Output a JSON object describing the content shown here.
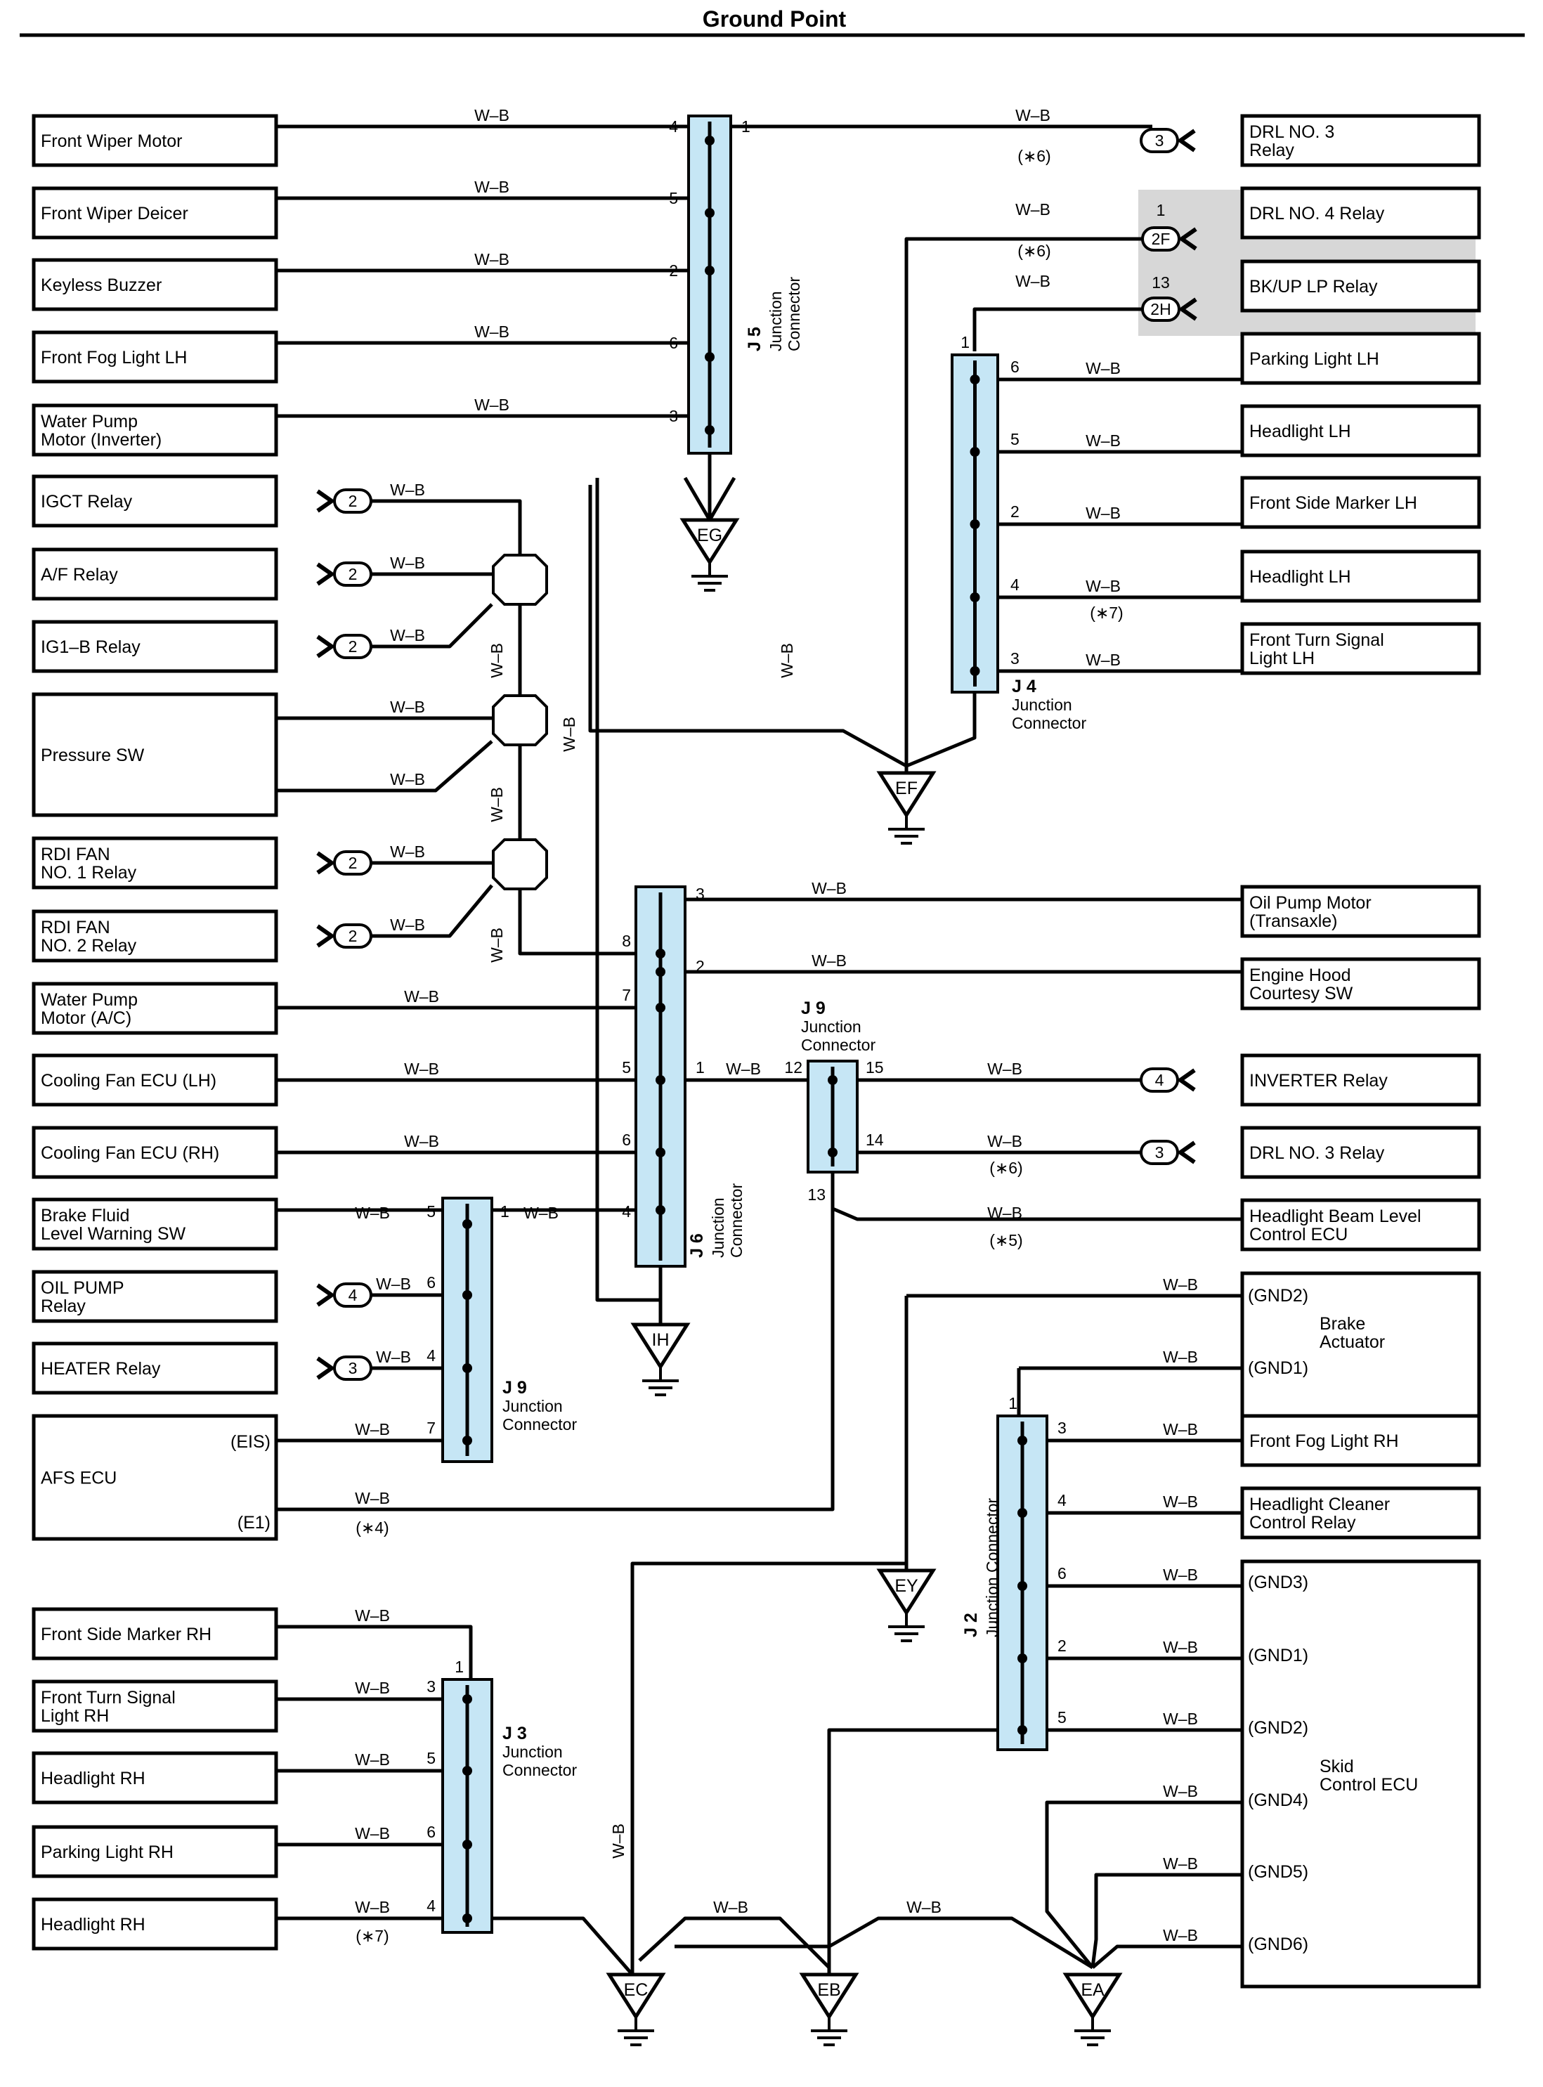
{
  "title": "Ground Point",
  "wire_color": "W–B",
  "left_components": [
    {
      "id": "front-wiper-motor",
      "lines": [
        "Front Wiper Motor"
      ]
    },
    {
      "id": "front-wiper-deicer",
      "lines": [
        "Front Wiper Deicer"
      ]
    },
    {
      "id": "keyless-buzzer",
      "lines": [
        "Keyless Buzzer"
      ]
    },
    {
      "id": "front-fog-light-lh",
      "lines": [
        "Front Fog Light LH"
      ]
    },
    {
      "id": "water-pump-motor-inverter",
      "lines": [
        "Water Pump",
        "Motor (Inverter)"
      ]
    },
    {
      "id": "igct-relay",
      "lines": [
        "IGCT Relay"
      ]
    },
    {
      "id": "af-relay",
      "lines": [
        "A/F Relay"
      ]
    },
    {
      "id": "ig1b-relay",
      "lines": [
        "IG1–B Relay"
      ]
    },
    {
      "id": "pressure-sw",
      "lines": [
        "Pressure SW"
      ]
    },
    {
      "id": "rdi-fan-no1-relay",
      "lines": [
        "RDI FAN",
        "NO. 1 Relay"
      ]
    },
    {
      "id": "rdi-fan-no2-relay",
      "lines": [
        "RDI FAN",
        "NO. 2 Relay"
      ]
    },
    {
      "id": "water-pump-motor-ac",
      "lines": [
        "Water Pump",
        "Motor (A/C)"
      ]
    },
    {
      "id": "cooling-fan-ecu-lh",
      "lines": [
        "Cooling Fan ECU (LH)"
      ]
    },
    {
      "id": "cooling-fan-ecu-rh",
      "lines": [
        "Cooling Fan ECU (RH)"
      ]
    },
    {
      "id": "brake-fluid-level-warning-sw",
      "lines": [
        "Brake Fluid",
        "Level Warning SW"
      ]
    },
    {
      "id": "oil-pump-relay",
      "lines": [
        "OIL PUMP",
        "Relay"
      ]
    },
    {
      "id": "heater-relay",
      "lines": [
        "HEATER Relay"
      ]
    },
    {
      "id": "afs-ecu",
      "lines": [
        "AFS ECU"
      ],
      "pins": [
        "(EIS)",
        "(E1)"
      ]
    },
    {
      "id": "front-side-marker-rh",
      "lines": [
        "Front Side Marker RH"
      ]
    },
    {
      "id": "front-turn-signal-light-rh",
      "lines": [
        "Front Turn Signal",
        "Light RH"
      ]
    },
    {
      "id": "headlight-rh-1",
      "lines": [
        "Headlight RH"
      ]
    },
    {
      "id": "parking-light-rh",
      "lines": [
        "Parking Light RH"
      ]
    },
    {
      "id": "headlight-rh-2",
      "lines": [
        "Headlight RH"
      ]
    }
  ],
  "right_components": [
    {
      "id": "drl-no3-relay-top",
      "lines": [
        "DRL NO. 3",
        "Relay"
      ]
    },
    {
      "id": "drl-no4-relay",
      "lines": [
        "DRL NO. 4 Relay"
      ]
    },
    {
      "id": "bkup-lp-relay",
      "lines": [
        "BK/UP LP Relay"
      ]
    },
    {
      "id": "parking-light-lh",
      "lines": [
        "Parking Light LH"
      ]
    },
    {
      "id": "headlight-lh-1",
      "lines": [
        "Headlight LH"
      ]
    },
    {
      "id": "front-side-marker-lh",
      "lines": [
        "Front Side Marker LH"
      ]
    },
    {
      "id": "headlight-lh-2",
      "lines": [
        "Headlight LH"
      ]
    },
    {
      "id": "front-turn-signal-light-lh",
      "lines": [
        "Front Turn Signal",
        "Light LH"
      ]
    },
    {
      "id": "oil-pump-motor-transaxle",
      "lines": [
        "Oil Pump Motor",
        "(Transaxle)"
      ]
    },
    {
      "id": "engine-hood-courtesy-sw",
      "lines": [
        "Engine Hood",
        "Courtesy SW"
      ]
    },
    {
      "id": "inverter-relay",
      "lines": [
        "INVERTER Relay"
      ]
    },
    {
      "id": "drl-no3-relay-mid",
      "lines": [
        "DRL NO. 3 Relay"
      ]
    },
    {
      "id": "headlight-beam-level-control-ecu",
      "lines": [
        "Headlight Beam Level",
        "Control ECU"
      ]
    },
    {
      "id": "brake-actuator",
      "lines": [
        "Brake",
        "Actuator"
      ],
      "pins": [
        "(GND2)",
        "(GND1)"
      ]
    },
    {
      "id": "front-fog-light-rh",
      "lines": [
        "Front Fog Light RH"
      ]
    },
    {
      "id": "headlight-cleaner-control-relay",
      "lines": [
        "Headlight Cleaner",
        "Control Relay"
      ]
    },
    {
      "id": "skid-control-ecu",
      "lines": [
        "Skid",
        "Control ECU"
      ],
      "pins": [
        "(GND3)",
        "(GND1)",
        "(GND2)",
        "(GND4)",
        "(GND5)",
        "(GND6)"
      ]
    }
  ],
  "junction_connectors": [
    {
      "id": "J5",
      "name": "J 5",
      "desc": [
        "Junction",
        "Connector"
      ]
    },
    {
      "id": "J4",
      "name": "J 4",
      "desc": [
        "Junction",
        "Connector"
      ]
    },
    {
      "id": "J6",
      "name": "J 6",
      "desc": [
        "Junction",
        "Connector"
      ]
    },
    {
      "id": "J9a",
      "name": "J 9",
      "desc": [
        "Junction",
        "Connector"
      ]
    },
    {
      "id": "J9b",
      "name": "J 9",
      "desc": [
        "Junction",
        "Connector"
      ]
    },
    {
      "id": "J2",
      "name": "J 2",
      "desc": [
        "Junction Connector"
      ]
    },
    {
      "id": "J3",
      "name": "J 3",
      "desc": [
        "Junction",
        "Connector"
      ]
    }
  ],
  "ground_points": [
    "EG",
    "EF",
    "IH",
    "EY",
    "EC",
    "EB",
    "EA"
  ],
  "connector_pins": {
    "J5": [
      "4",
      "5",
      "2",
      "6",
      "3",
      "1"
    ],
    "J4": [
      "1",
      "6",
      "5",
      "2",
      "4",
      "3"
    ],
    "J6": [
      "3",
      "8",
      "2",
      "7",
      "5",
      "1",
      "6",
      "4"
    ],
    "J9a": [
      "12",
      "15",
      "14",
      "13"
    ],
    "J9b": [
      "5",
      "1",
      "6",
      "4",
      "7"
    ],
    "J2": [
      "1",
      "3",
      "4",
      "6",
      "2",
      "5"
    ],
    "J3": [
      "1",
      "3",
      "5",
      "6",
      "4"
    ]
  },
  "ovals": {
    "drl3_top": "3",
    "drl4": "2F",
    "bkup": "2H",
    "igct": "2",
    "af": "2",
    "ig1b": "2",
    "rdi1": "2",
    "rdi2": "2",
    "inverter": "4",
    "drl3_mid": "3",
    "oil_pump": "4",
    "heater": "3"
  },
  "drl4_pin": "1",
  "bkup_pin": "13",
  "notes": {
    "n4": "(∗4)",
    "n5": "(∗5)",
    "n6": "(∗6)",
    "n7": "(∗7)"
  }
}
